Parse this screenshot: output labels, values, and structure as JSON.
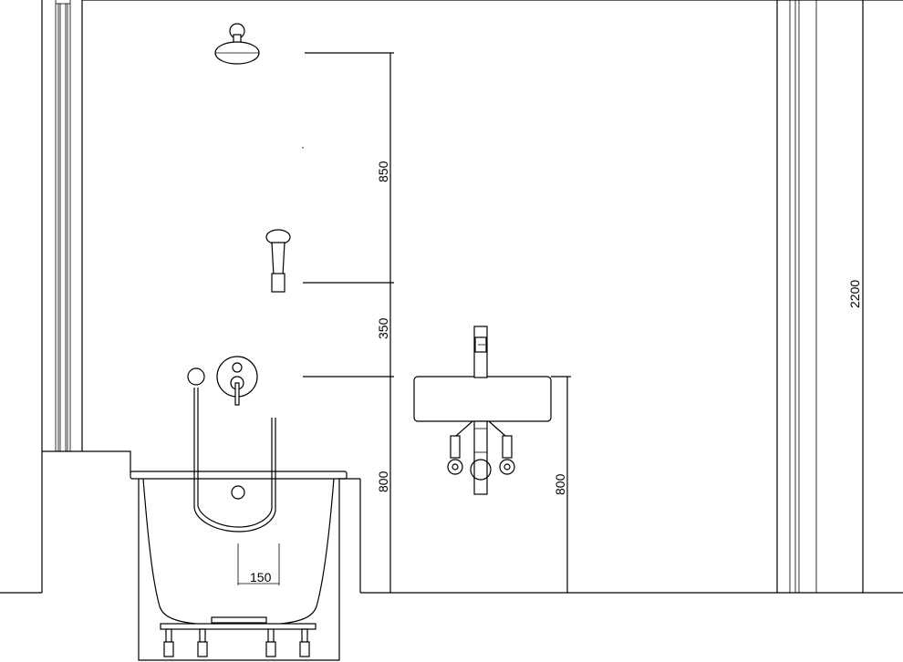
{
  "dimensions": {
    "shower_height": "850",
    "hand_shower_gap": "350",
    "mixer_height": "800",
    "basin_height": "800",
    "total_height": "2200",
    "spout_offset": "150"
  }
}
